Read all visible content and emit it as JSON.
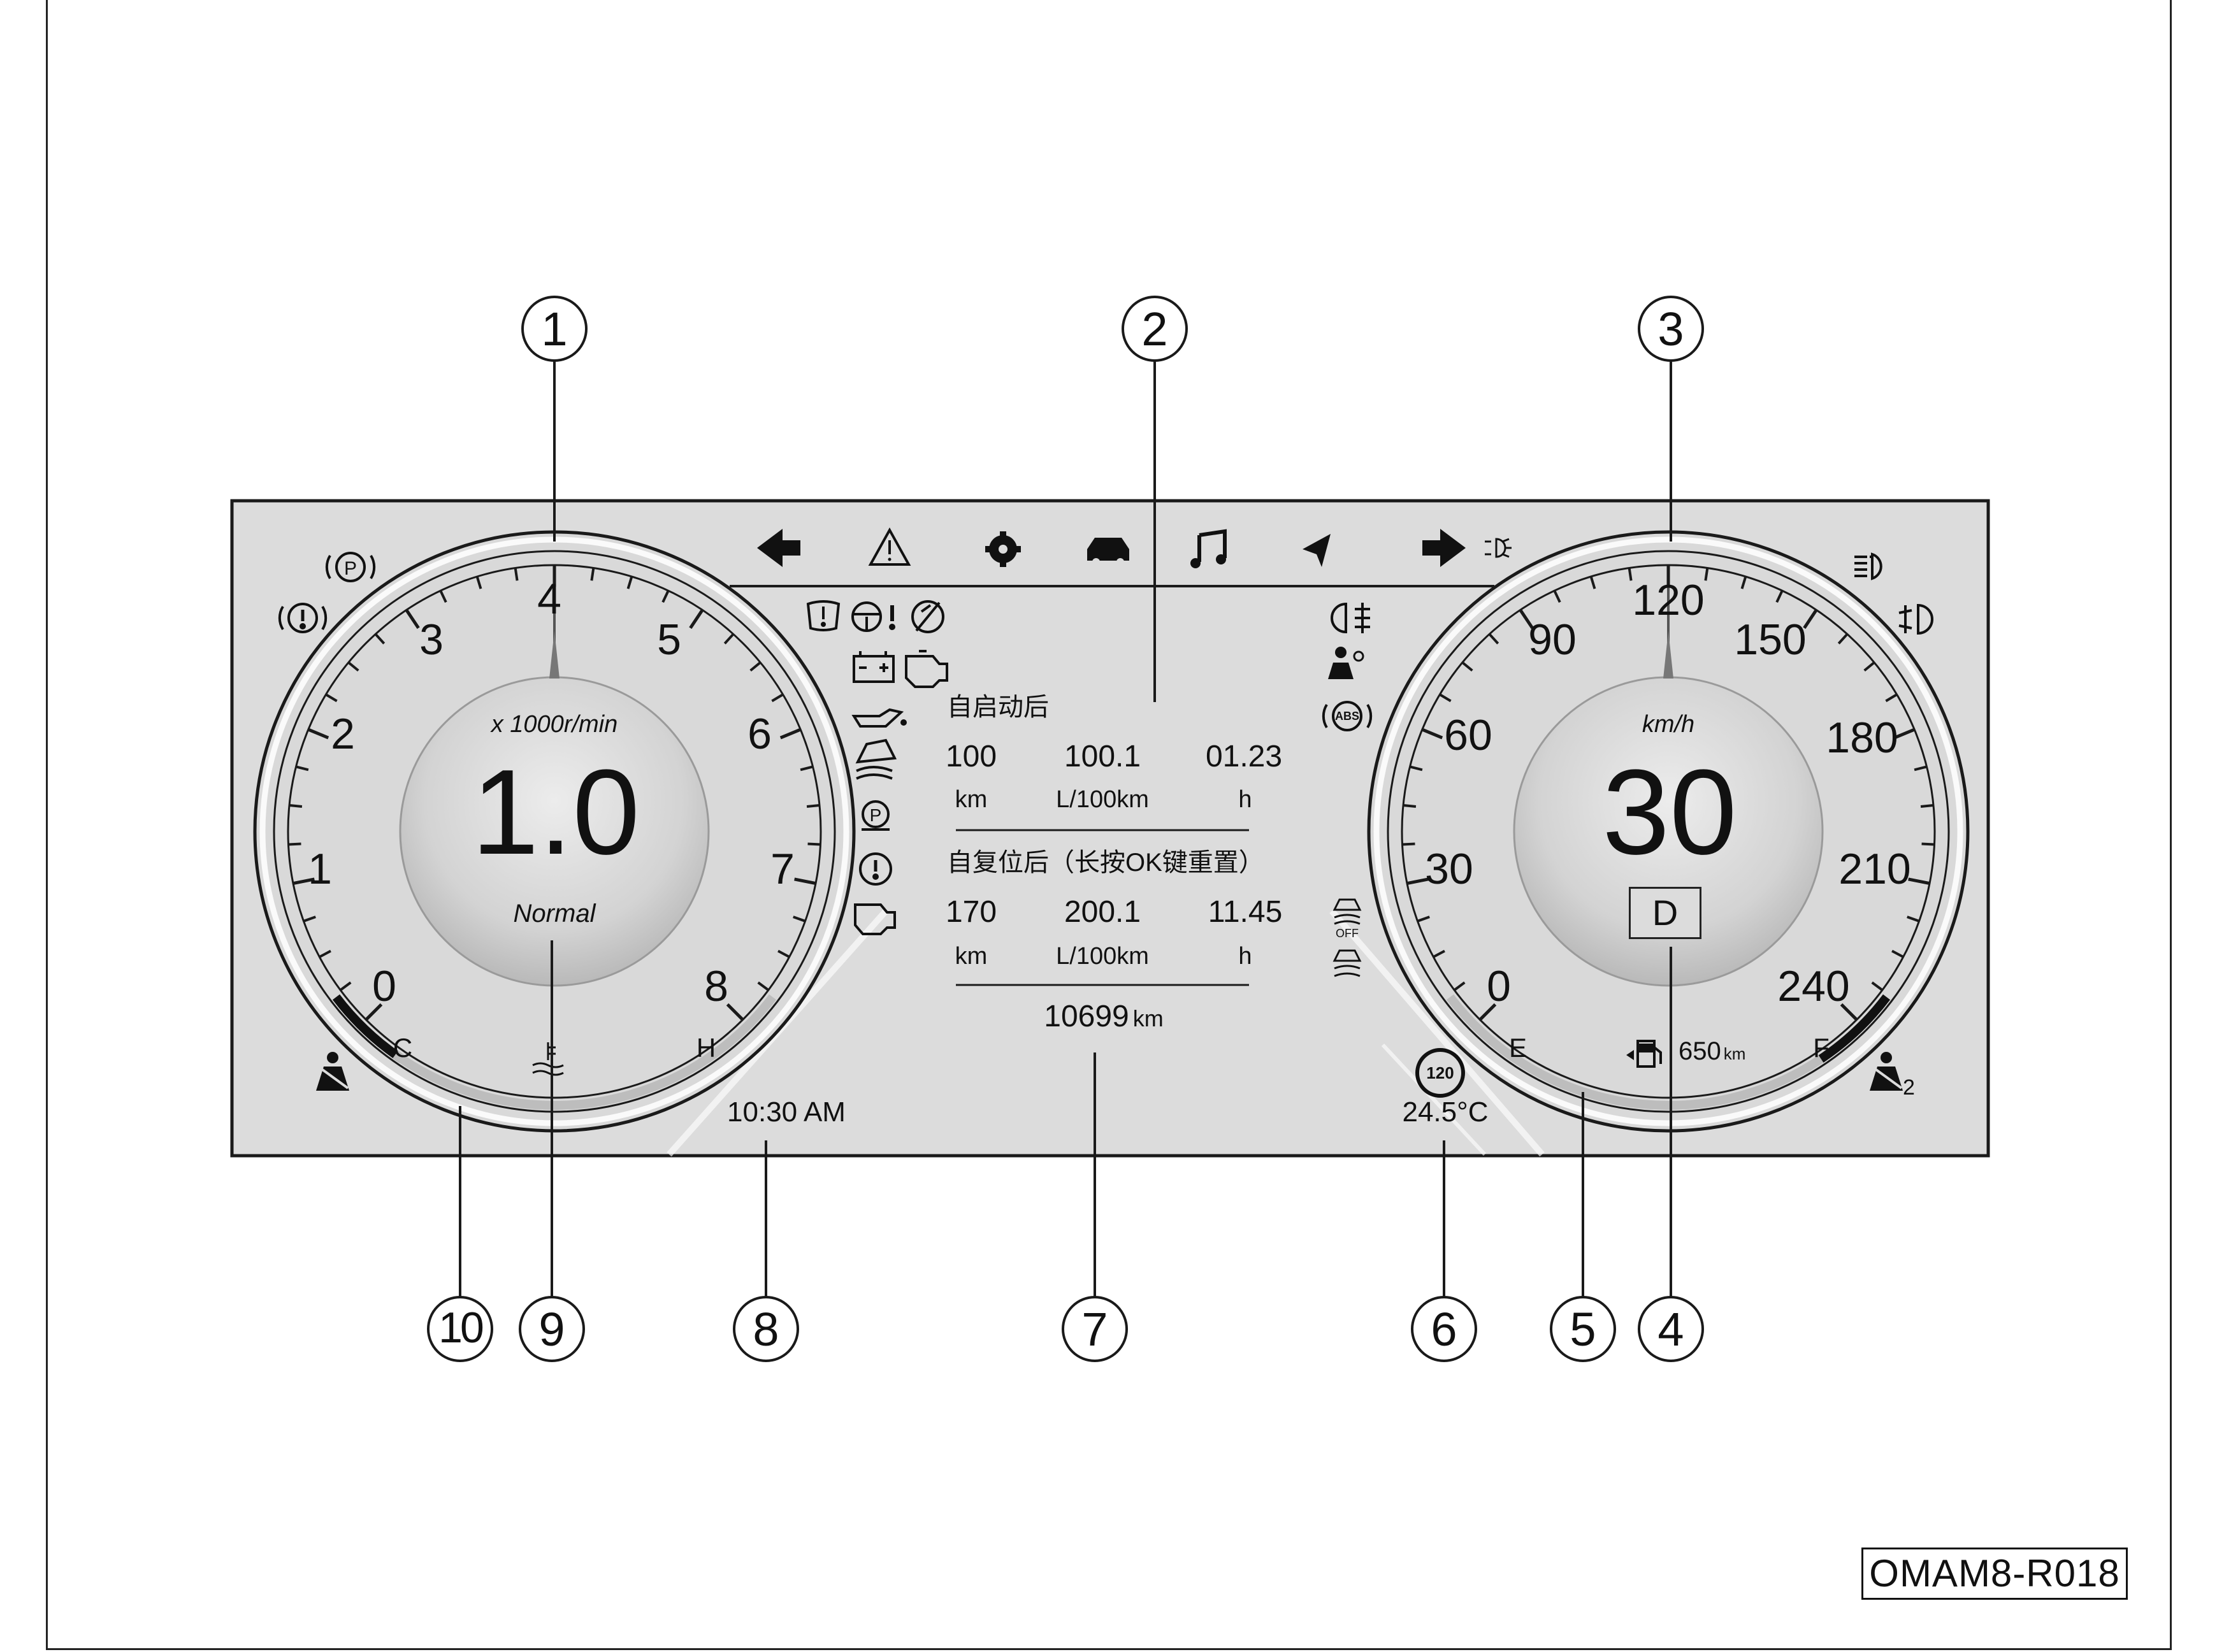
{
  "tachometer": {
    "scale": [
      "0",
      "1",
      "2",
      "3",
      "4",
      "5",
      "6",
      "7",
      "8"
    ],
    "unit": "x 1000r/min",
    "value": "1.0",
    "mode": "Normal",
    "temp_gauge": {
      "cold": "C",
      "hot": "H"
    }
  },
  "speedometer": {
    "scale": [
      "0",
      "30",
      "60",
      "90",
      "120",
      "150",
      "180",
      "210",
      "240"
    ],
    "unit": "km/h",
    "value": "30",
    "gear": "D",
    "fuel_gauge": {
      "empty": "E",
      "full": "F",
      "range": "650",
      "range_unit": "km"
    }
  },
  "trip": {
    "since_start": {
      "title": "自启动后",
      "values": [
        "100",
        "100.1",
        "01.23"
      ],
      "units": [
        "km",
        "L/100km",
        "h"
      ]
    },
    "since_reset": {
      "title": "自复位后（长按OK键重置）",
      "values": [
        "170",
        "200.1",
        "11.45"
      ],
      "units": [
        "km",
        "L/100km",
        "h"
      ]
    },
    "odometer": "10699",
    "odometer_unit": "km"
  },
  "clock": "10:30 AM",
  "speed_limit_sign": "120",
  "outside_temp": "24.5°C",
  "traction_off_label": "OFF",
  "passenger_seatbelt_index": "2",
  "abs_label": "ABS",
  "callouts": [
    "1",
    "2",
    "3",
    "4",
    "5",
    "6",
    "7",
    "8",
    "9",
    "10"
  ],
  "figure_code": "OMAM8-R018",
  "icons": [
    "left-turn-icon",
    "hazard-warning-icon",
    "settings-gear-icon",
    "car-icon",
    "music-note-icon",
    "navigation-arrow-icon",
    "right-turn-icon",
    "parking-light-icon",
    "high-beam-icon",
    "front-fog-icon",
    "parking-brake-icon",
    "brake-warning-icon",
    "tire-pressure-icon",
    "steering-fault-icon",
    "cruise-control-icon",
    "battery-icon",
    "engine-fault-icon",
    "oil-pressure-icon",
    "traction-control-icon",
    "epb-fault-icon",
    "powertrain-fault-icon",
    "check-engine-icon",
    "rear-fog-icon",
    "airbag-icon",
    "abs-icon",
    "esc-off-icon",
    "esc-active-icon",
    "seatbelt-driver-icon",
    "seatbelt-passenger-icon",
    "fuel-pump-icon",
    "coolant-temp-icon"
  ],
  "colors": {
    "panel": "#dcdcdc",
    "line": "#1a1a1a",
    "gauge_center": "#cfcfcf",
    "bar_dark": "#111111",
    "bar_light": "#bdbdbd"
  }
}
